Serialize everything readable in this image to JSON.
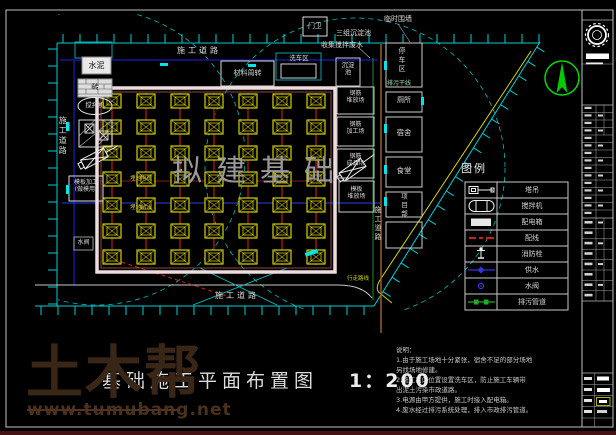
{
  "labels": {
    "road_top": "施工道路",
    "road_left": "施工道路",
    "road_bottom": "施工道路",
    "road_right": "施工道路",
    "temp_wall": "临时围墙",
    "gate": "门卫",
    "sediment_note": "三组沉淀池",
    "wastewater_note": "收集搅拌废水",
    "cement": "水泥",
    "brick": "砖",
    "mixer": "搅拌机",
    "formwork_shop": "模板加工\n(做模用)",
    "water_valve": "水阀",
    "material_turnover": "材料周转",
    "car_wash": "洗车区",
    "sediment_tank": "沉淀\n池",
    "parking": "停车区",
    "sewage_main": "排污干线",
    "toilet": "厕所",
    "dorm": "宿舍",
    "canteen": "食堂",
    "project_office": "项目部",
    "rebar_storage": "钢筋\n堆放场",
    "rebar_workshop": "钢筋\n加工场",
    "rebar_finished": "钢筋\n成品场",
    "formwork_storage": "模板\n堆放场",
    "proposed_foundation": "拟建基础",
    "buried_cable": "埋地电缆",
    "buried_water": "埋地给水",
    "walk_route": "行走路线"
  },
  "legend": {
    "title": "图例",
    "items": [
      {
        "icon": "tower-crane-icon",
        "label": "塔吊"
      },
      {
        "icon": "mixer-icon",
        "label": "搅拌机"
      },
      {
        "icon": "power-box-icon",
        "label": "配电箱"
      },
      {
        "icon": "wiring-icon",
        "label": "配线"
      },
      {
        "icon": "fire-hydrant-icon",
        "label": "消防栓"
      },
      {
        "icon": "water-supply-icon",
        "label": "供水"
      },
      {
        "icon": "water-valve-icon",
        "label": "水阀"
      },
      {
        "icon": "sewage-pipe-icon",
        "label": "排污管道"
      }
    ]
  },
  "notes": {
    "title": "说明：",
    "lines": [
      "1.由于施工场地十分紧张，宿舍不足的部分场地",
      "另找场地修建。",
      "2.施工出口位置设置洗车区，防止施工车辆带",
      "出泥土污染市政道路。",
      "3.电源由甲方提供，施工时接入配电箱。",
      "4.废水经过排污系统处理，排入市政排污管道。"
    ]
  },
  "titlebar": {
    "title": "基础施工平面布置图",
    "scale": "1：200"
  },
  "watermark": {
    "brand": "土木帮",
    "url": "www.tumubang.net"
  },
  "colors": {
    "fence": "#00d0d0",
    "pad": "#e3e300",
    "column_line": "#7d1212",
    "wiring": "#c42222",
    "water": "#3333dd",
    "sewage": "#22aa22",
    "boundary": "#d6d600",
    "north": "#00cc00",
    "watermark": "#3a2616"
  }
}
